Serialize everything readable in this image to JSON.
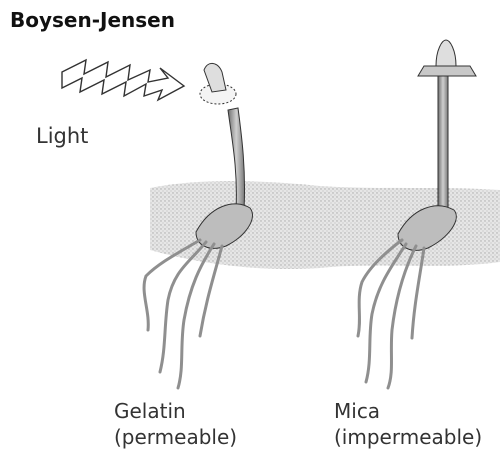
{
  "title": "Boysen-Jensen",
  "light_label": "Light",
  "gelatin": {
    "name": "Gelatin",
    "property": "(permeable)"
  },
  "mica": {
    "name": "Mica",
    "property": "(impermeable)"
  },
  "colors": {
    "soil": "#d9d9d9",
    "stem": "#9a9a9a",
    "root": "#8f8f8f",
    "outline": "#333333"
  },
  "icons": [
    "light-arrow-icon"
  ]
}
